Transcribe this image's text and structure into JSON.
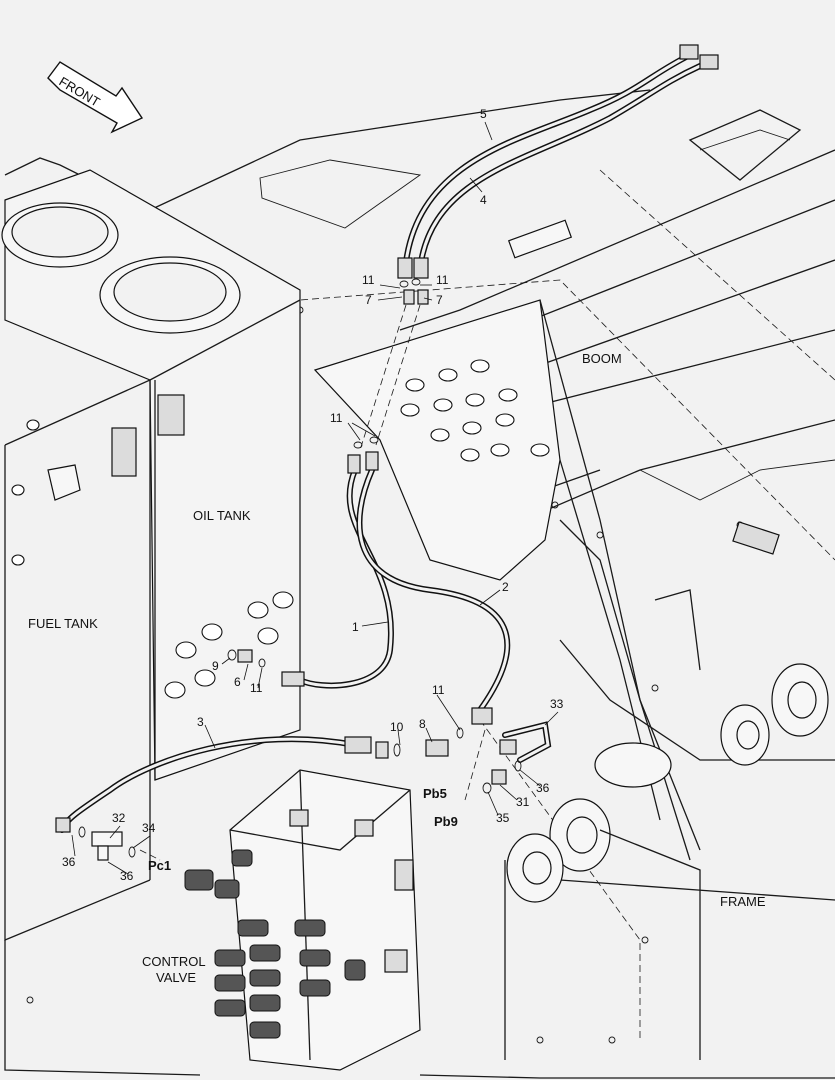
{
  "labels": {
    "front": "FRONT",
    "boom": "BOOM",
    "oil_tank": "OIL TANK",
    "fuel_tank": "FUEL TANK",
    "frame": "FRAME",
    "control_valve_line1": "CONTROL",
    "control_valve_line2": "VALVE"
  },
  "ports": {
    "pb5": "Pb5",
    "pb9": "Pb9",
    "pc1": "Pc1"
  },
  "callouts": {
    "c1": "1",
    "c2": "2",
    "c3": "3",
    "c4": "4",
    "c5": "5",
    "c6": "6",
    "c7a": "7",
    "c7b": "7",
    "c8": "8",
    "c9": "9",
    "c10": "10",
    "c11a": "11",
    "c11b": "11",
    "c11c": "11",
    "c11d": "11",
    "c11e": "11",
    "c31": "31",
    "c32": "32",
    "c33": "33",
    "c34": "34",
    "c35": "35",
    "c36a": "36",
    "c36b": "36",
    "c36c": "36"
  }
}
